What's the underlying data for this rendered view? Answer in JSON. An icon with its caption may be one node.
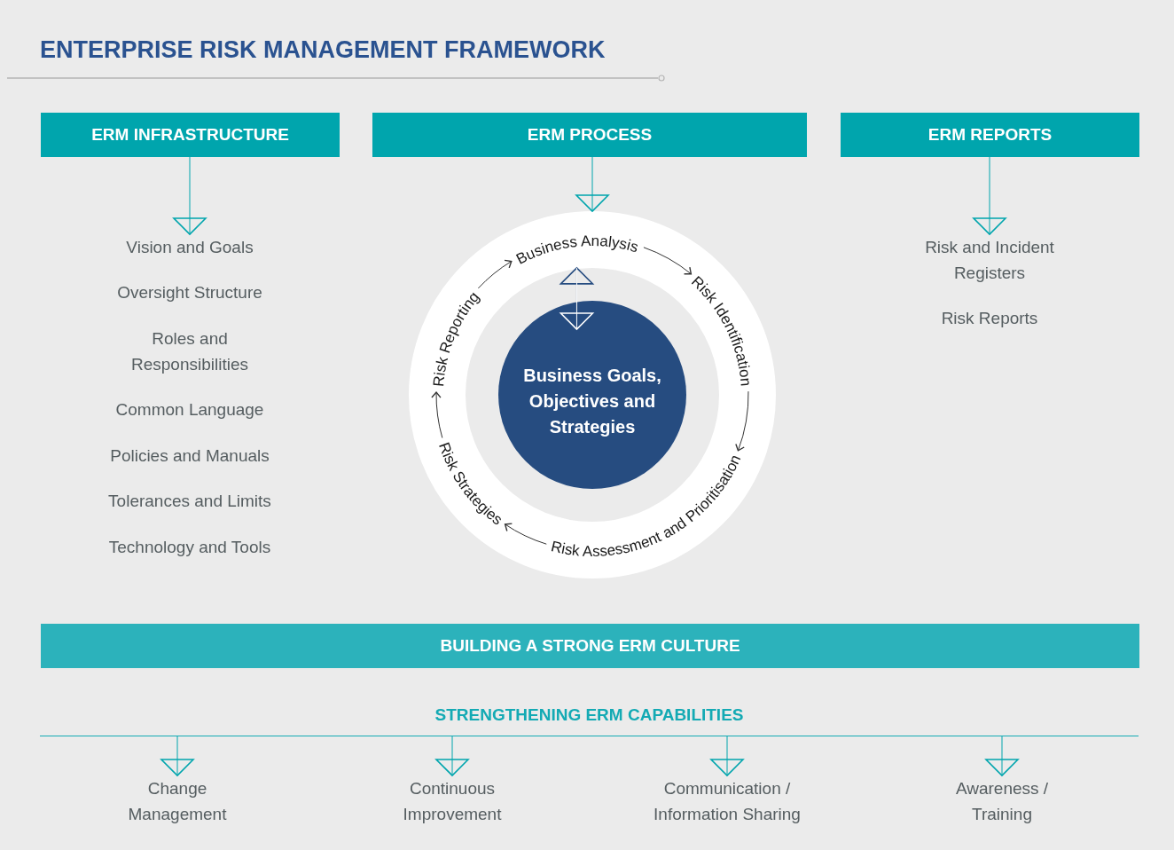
{
  "diagram": {
    "title": "ENTERPRISE RISK MANAGEMENT FRAMEWORK",
    "nodes": [
      {
        "text": [
          "ERM INFRASTRUCTURE"
        ]
      },
      {
        "text": [
          "Vision and Goals"
        ]
      },
      {
        "text": [
          "Oversight Structure"
        ]
      },
      {
        "text": [
          "Roles and Responsibilities"
        ]
      },
      {
        "text": [
          "Common Language"
        ]
      },
      {
        "text": [
          "Policies and Manuals"
        ]
      },
      {
        "text": [
          "Tolerances and Limits"
        ]
      },
      {
        "text": [
          "Technology and Tools"
        ]
      },
      {
        "text": [
          "ERM PROCESS"
        ]
      },
      {
        "text": [],
        "shape": "circle"
      },
      {
        "text": [
          "Business Analysis"
        ],
        "in": 9
      },
      {
        "text": [
          "Risk Identification"
        ],
        "in": 9
      },
      {
        "text": [
          "Risk Assessment and Prioritisation"
        ],
        "in": 9
      },
      {
        "text": [
          "Risk Strategies"
        ],
        "in": 9
      },
      {
        "text": [
          "Risk Reporting"
        ],
        "in": 9
      },
      {
        "text": [
          "Business Goals, Objectives and Strategies"
        ],
        "in": 9
      },
      {
        "text": [
          "ERM REPORTS"
        ]
      },
      {
        "text": [
          "Risk and Incident Registers"
        ]
      },
      {
        "text": [
          "Risk Reports"
        ]
      },
      {
        "text": [
          "BUILDING A STRONG ERM CULTURE"
        ]
      },
      {
        "text": [
          "STRENGTHENING ERM CAPABILITIES"
        ]
      },
      {
        "text": [
          "Change Management"
        ]
      },
      {
        "text": [
          "Continuous Improvement"
        ]
      },
      {
        "text": [
          "Communication / Information Sharing"
        ]
      },
      {
        "text": [
          "Awareness / Training"
        ]
      }
    ],
    "edges": [
      {
        "from": 0,
        "to": 1,
        "arrow": "to"
      },
      {
        "from": 8,
        "to": 9,
        "arrow": "to"
      },
      {
        "from": 16,
        "to": 17,
        "arrow": "to"
      },
      {
        "from": 10,
        "to": 11,
        "arrow": "to",
        "color": "#333333"
      },
      {
        "from": 11,
        "to": 12,
        "arrow": "to",
        "color": "#333333"
      },
      {
        "from": 12,
        "to": 13,
        "arrow": "to",
        "color": "#333333"
      },
      {
        "from": 13,
        "to": 14,
        "arrow": "to",
        "color": "#333333"
      },
      {
        "from": 14,
        "to": 10,
        "arrow": "to",
        "color": "#333333"
      },
      {
        "from": 15,
        "to": 10,
        "arrow": "to",
        "color": "#264c80"
      },
      {
        "from": 10,
        "to": 15,
        "arrow": "to",
        "color": "#ffffff"
      },
      {
        "from": 20,
        "to": 21,
        "arrow": "to"
      },
      {
        "from": 20,
        "to": 22,
        "arrow": "to"
      },
      {
        "from": 20,
        "to": 23,
        "arrow": "to"
      },
      {
        "from": 20,
        "to": 24,
        "arrow": "to"
      }
    ]
  }
}
